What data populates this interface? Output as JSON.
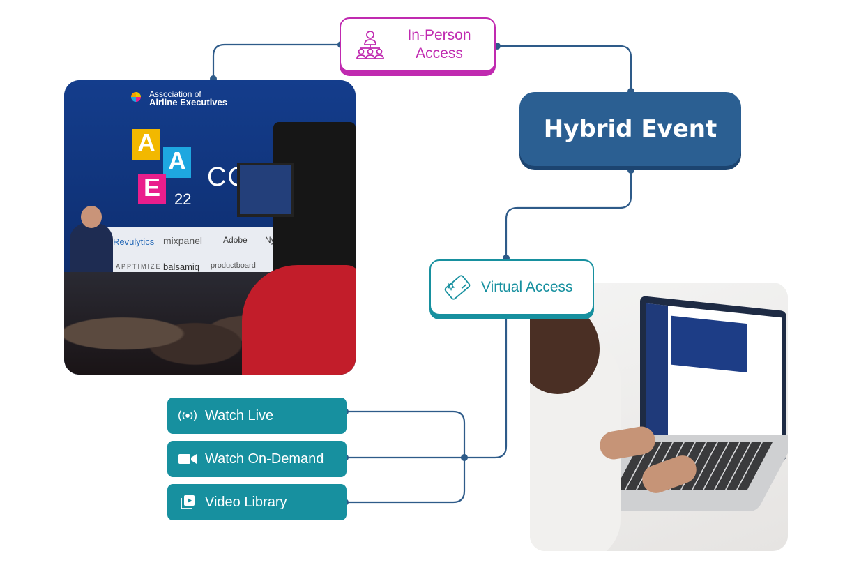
{
  "diagram": {
    "in_person": {
      "label_line1": "In-Person",
      "label_line2": "Access",
      "icon": "audience-icon"
    },
    "hybrid": {
      "label": "Hybrid Event"
    },
    "virtual": {
      "label": "Virtual Access",
      "icon": "ticket-icon"
    },
    "options": [
      {
        "label": "Watch Live",
        "icon": "broadcast-icon"
      },
      {
        "label": "Watch On-Demand",
        "icon": "video-camera-icon"
      },
      {
        "label": "Video Library",
        "icon": "play-library-icon"
      }
    ],
    "colors": {
      "magenta": "#c02ab0",
      "navy": "#2b5f92",
      "teal": "#17909f",
      "line": "#2e5b89"
    }
  },
  "conference_photo": {
    "org_line1": "Association of",
    "org_line2": "Airline Executives",
    "badge_a1": "A",
    "badge_a2": "A",
    "badge_e": "E",
    "badge_year": "22",
    "conf_word": "CONF",
    "sponsors": [
      "Revulytics",
      "mixpanel",
      "Adobe",
      "Nylas",
      "APPTIMIZE",
      "balsamiq",
      "productboard"
    ]
  },
  "laptop_photo": {}
}
